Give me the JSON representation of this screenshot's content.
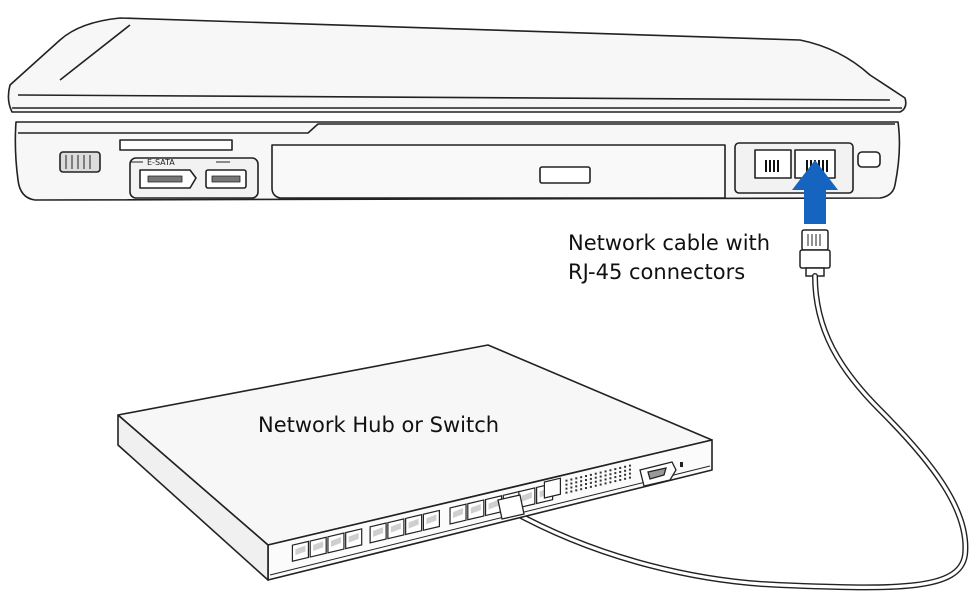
{
  "labels": {
    "cable_line1": "Network cable with",
    "cable_line2": "RJ-45 connectors",
    "hub": "Network Hub or Switch"
  },
  "laptop": {
    "esata_label": "E-SATA"
  },
  "colors": {
    "arrow": "#1565c0",
    "outline": "#222222",
    "fill": "#f7f7f7"
  }
}
